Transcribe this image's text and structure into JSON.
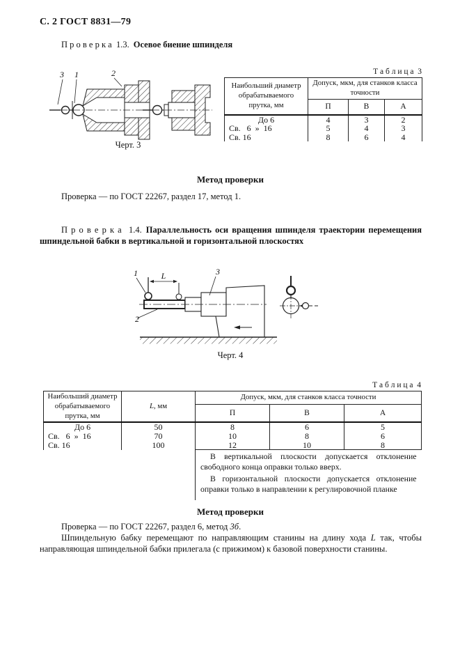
{
  "page": {
    "header": "С. 2 ГОСТ 8831—79"
  },
  "check13": {
    "label": "П р о в е р к а  1.3.",
    "title": "Осевое биение шпинделя"
  },
  "fig3": {
    "caption": "Черт. 3",
    "label_1": "1",
    "label_2": "2",
    "label_3": "3"
  },
  "table3": {
    "label": "Т а б л и ц а  3",
    "col1_header": "Наибольший диаметр обрабатываемого прутка, мм",
    "span_header": "Допуск, мкм, для станков класса точности",
    "subcols": [
      "П",
      "В",
      "А"
    ],
    "rows": [
      {
        "d": "До 6",
        "p": "4",
        "v": "3",
        "a": "2"
      },
      {
        "d": "Св.   6  »  16",
        "p": "5",
        "v": "4",
        "a": "3"
      },
      {
        "d": "Св. 16",
        "p": "8",
        "v": "6",
        "a": "4"
      }
    ]
  },
  "method13": {
    "heading": "Метод проверки",
    "text": "Проверка — по ГОСТ 22267, раздел 17, метод 1."
  },
  "check14": {
    "label": "П р о в е р к а  1.4.",
    "title": "Параллельность оси вращения шпинделя траектории перемещения шпиндельной бабки в вертикальной и горизонтальной плоскостях"
  },
  "fig4": {
    "caption": "Черт. 4",
    "label_1": "1",
    "label_2": "2",
    "label_3": "3",
    "dim_label": "L"
  },
  "table4": {
    "label": "Т а б л и ц а  4",
    "col1_header": "Наибольший диаметр обрабатываемого прутка, мм",
    "col2_header_italic": "L",
    "col2_header_rest": ", мм",
    "span_header": "Допуск, мкм, для станков класса точности",
    "subcols": [
      "П",
      "В",
      "А"
    ],
    "rows": [
      {
        "d": "До 6",
        "l": "50",
        "p": "8",
        "v": "6",
        "a": "5"
      },
      {
        "d": "Св.   6  »  16",
        "l": "70",
        "p": "10",
        "v": "8",
        "a": "6"
      },
      {
        "d": "Св. 16",
        "l": "100",
        "p": "12",
        "v": "10",
        "a": "8"
      }
    ],
    "note1": "В вертикальной плоскости допускается отклонение свободного конца оправки только вверх.",
    "note2": "В горизонтальной плоскости допускается отклонение оправки только в направлении к регулировочной планке"
  },
  "method14": {
    "heading": "Метод проверки",
    "line1_pre": "Проверка — по ГОСТ 22267, раздел 6, метод ",
    "line1_italic": "3б",
    "line1_post": ".",
    "para_pre": "Шпиндельную бабку перемещают по направляющим станины на длину хода ",
    "para_italic": "L",
    "para_post": " так, чтобы направляющая шпиндельной бабки прилегала (с прижимом) к базовой поверхности станины."
  }
}
